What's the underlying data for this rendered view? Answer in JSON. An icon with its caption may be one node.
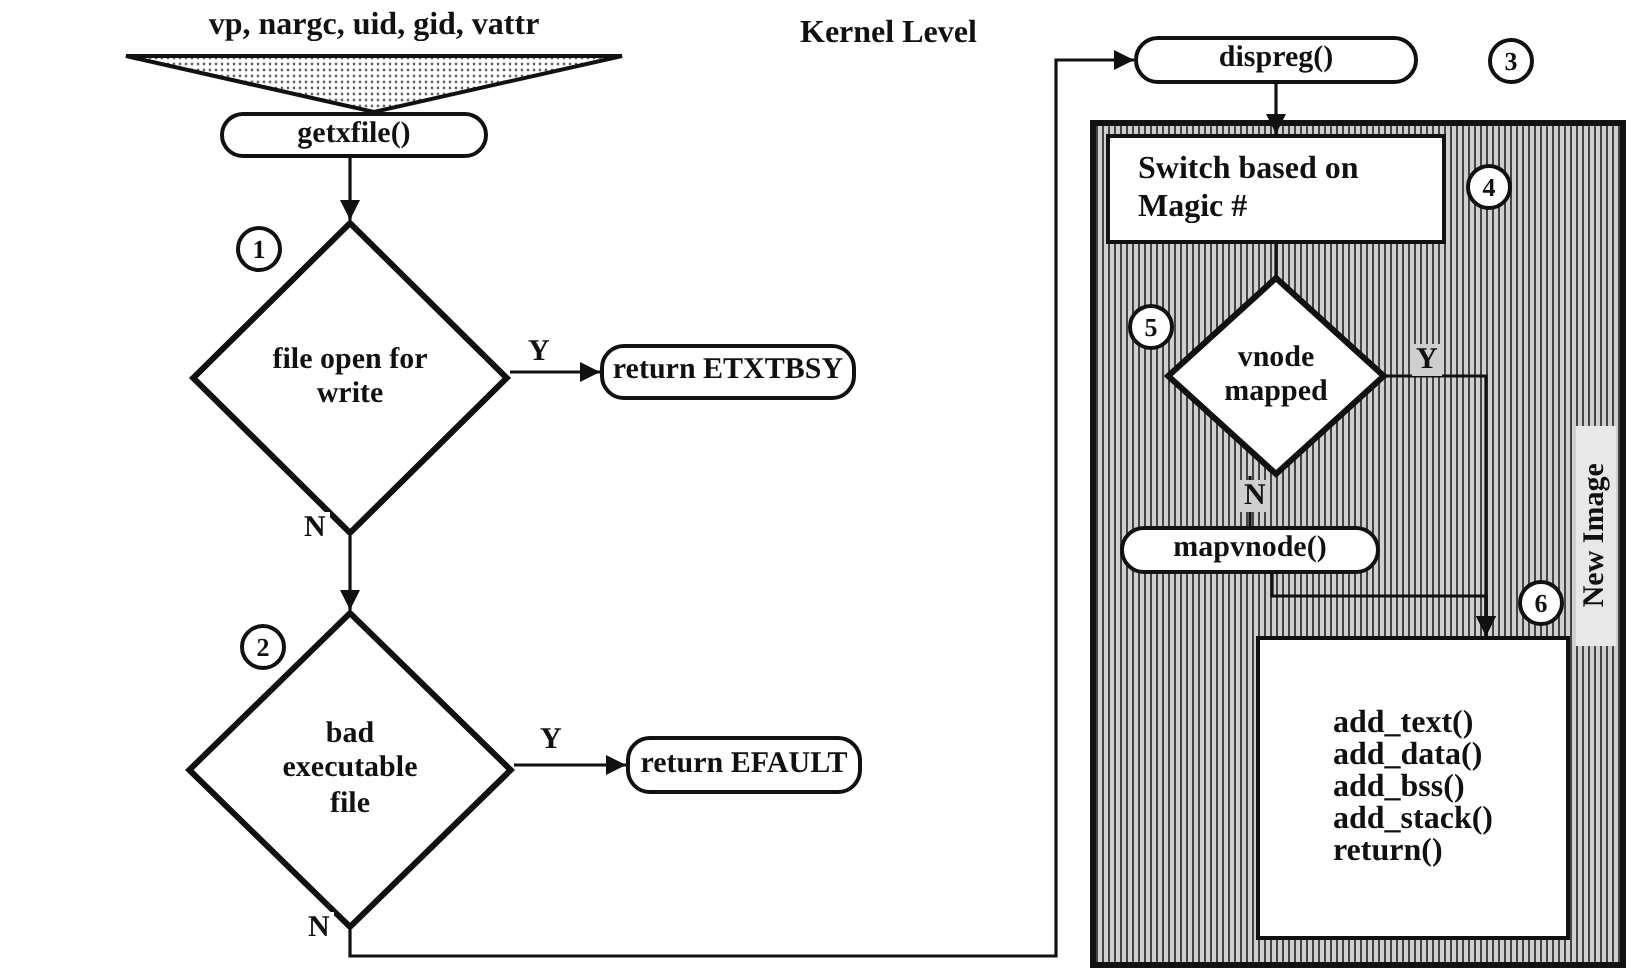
{
  "diagram": {
    "nodes": [
      {
        "text": [
          "vp, nargc, uid, gid, vattr"
        ]
      },
      {
        "text": [
          "getxfile()"
        ]
      },
      {
        "text": [
          "file open for write"
        ],
        "beside": [
          "1"
        ]
      },
      {
        "text": [
          "return ETXTBSY"
        ]
      },
      {
        "text": [
          "bad executable file"
        ],
        "beside": [
          "2"
        ]
      },
      {
        "text": [
          "return EFAULT"
        ]
      },
      {
        "text": [
          "dispreg()"
        ],
        "beside": [
          "3"
        ]
      },
      {
        "text": [
          "New Image"
        ]
      },
      {
        "text": [
          "Switch based on Magic #"
        ],
        "in": 7,
        "beside": [
          "4"
        ]
      },
      {
        "text": [
          "vnode mapped"
        ],
        "in": 7,
        "beside": [
          "5"
        ]
      },
      {
        "text": [
          "mapvnode()"
        ],
        "in": 7
      },
      {
        "text": [
          "add_text()",
          "add_data()",
          "add_bss()",
          "add_stack()",
          "return()"
        ],
        "in": 7,
        "beside": [
          "6"
        ]
      }
    ],
    "edges": [
      {
        "from": 1,
        "to": 2,
        "arrow": "to"
      },
      {
        "from": 2,
        "to": 3,
        "arrow": "to",
        "label": "Y"
      },
      {
        "from": 2,
        "to": 4,
        "arrow": "to",
        "label": "N"
      },
      {
        "from": 4,
        "to": 5,
        "arrow": "to",
        "label": "Y"
      },
      {
        "from": 4,
        "to": 6,
        "arrow": "to",
        "label": "N"
      },
      {
        "from": 6,
        "to": 8,
        "arrow": "to"
      },
      {
        "from": 8,
        "to": 9,
        "arrow": "none"
      },
      {
        "from": 9,
        "to": 10,
        "arrow": "none",
        "label": "N"
      },
      {
        "from": 9,
        "to": 11,
        "arrow": "to",
        "label": "Y"
      },
      {
        "from": 10,
        "to": 11,
        "arrow": "to"
      }
    ],
    "labels": [
      "Kernel Level"
    ]
  }
}
